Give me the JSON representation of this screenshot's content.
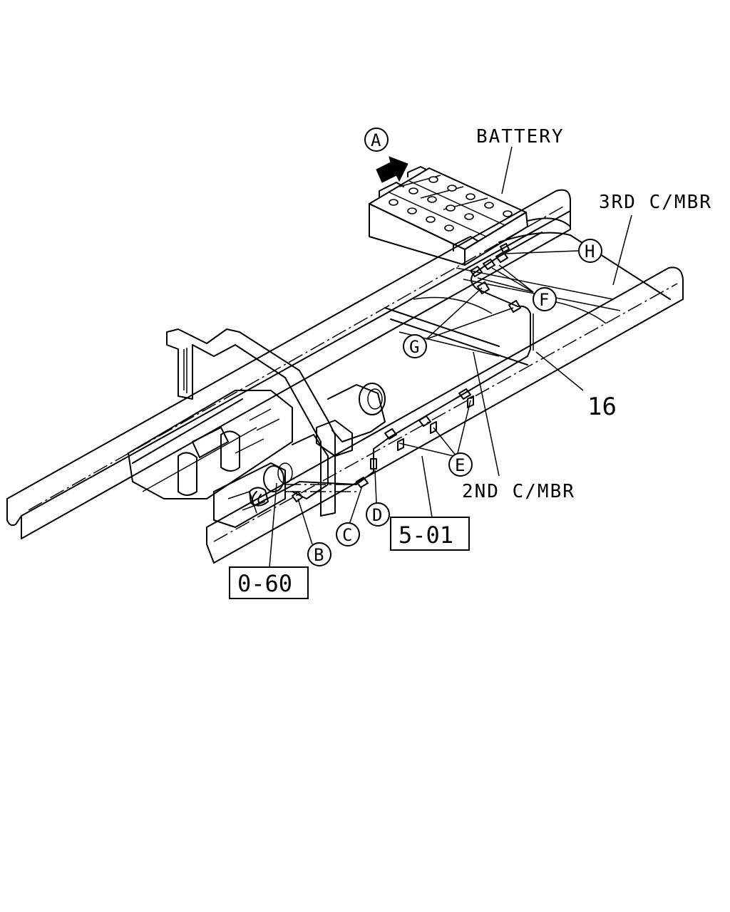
{
  "labels": {
    "battery": "BATTERY",
    "third_cross_member": "3RD C/MBR",
    "second_cross_member": "2ND C/MBR",
    "part_number": "16"
  },
  "reference_boxes": {
    "ref_0_60": "0-60",
    "ref_5_01": "5-01"
  },
  "callouts": {
    "a": "A",
    "b": "B",
    "c": "C",
    "d": "D",
    "e": "E",
    "f": "F",
    "g": "G",
    "h": "H"
  },
  "icons": [
    "view-direction-arrow-icon"
  ]
}
